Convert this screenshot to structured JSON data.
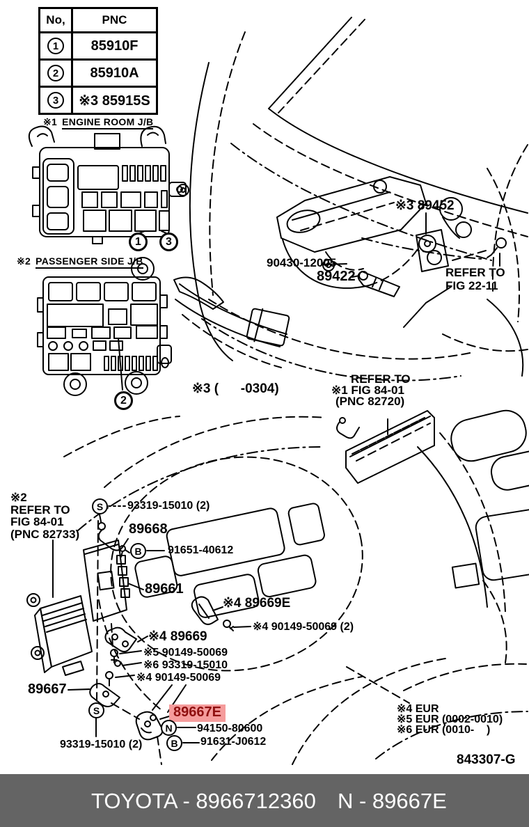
{
  "colors": {
    "line": "#000000",
    "highlight_bg": "#F59C9C",
    "highlight_text": "#8F1010",
    "footer_bg": "#646464"
  },
  "pnc_table": {
    "col_no": "No,",
    "col_pnc": "PNC",
    "rows": [
      {
        "no": "1",
        "pnc": "85910F"
      },
      {
        "no": "2",
        "pnc": "85910A"
      },
      {
        "no": "3",
        "pnc": "※3 85915S"
      }
    ]
  },
  "headings": {
    "engine_room": {
      "prefix": "※1",
      "title": "ENGINE ROOM J/B"
    },
    "passenger": {
      "prefix": "※2",
      "title": "PASSENGER SIDE J/B"
    }
  },
  "engine_area": {
    "p89452": "※3 89452",
    "p90430": "90430-12005",
    "p89422": "89422",
    "refer_fig_22_11": [
      "REFER TO",
      "FIG 22-11"
    ]
  },
  "notes": {
    "date_range": "※3 (      -0304)",
    "refer_pnc82720": [
      "REFER TO",
      "※1 FIG 84-01",
      "(PNC 82720)"
    ],
    "refer_pnc82733": [
      "※2",
      "REFER TO",
      "FIG 84-01",
      "(PNC 82733)"
    ],
    "eur": [
      "※4 EUR",
      "※5 EUR (0002-0010)",
      "※6 EUR (0010-    )"
    ]
  },
  "dash_area": {
    "p93319_top": "93319-15010 (2)",
    "p89668": "89668",
    "p91651": "91651-40612",
    "p89661": "89661",
    "p89669e": "※4 89669E",
    "p90149_2": "※4 90149-50069 (2)",
    "p89669": "※4 89669",
    "p90149_5": "※5 90149-50069",
    "p93319_6": "※6 93319-15010",
    "p90149_4": "※4 90149-50069",
    "p89667": "89667",
    "p89667e": "89667E",
    "p94150": "94150-80600",
    "p91631": "91631-J0612",
    "p93319_bot": "93319-15010 (2)"
  },
  "callouts": {
    "no1": "1",
    "no2": "2",
    "no3": "3",
    "s1": "S",
    "b1": "B",
    "s2": "S",
    "n1": "N",
    "b2": "B"
  },
  "diagram_code": "843307-G",
  "footer": {
    "left": "TOYOTA - 8966712360",
    "right": "N - 89667E"
  }
}
